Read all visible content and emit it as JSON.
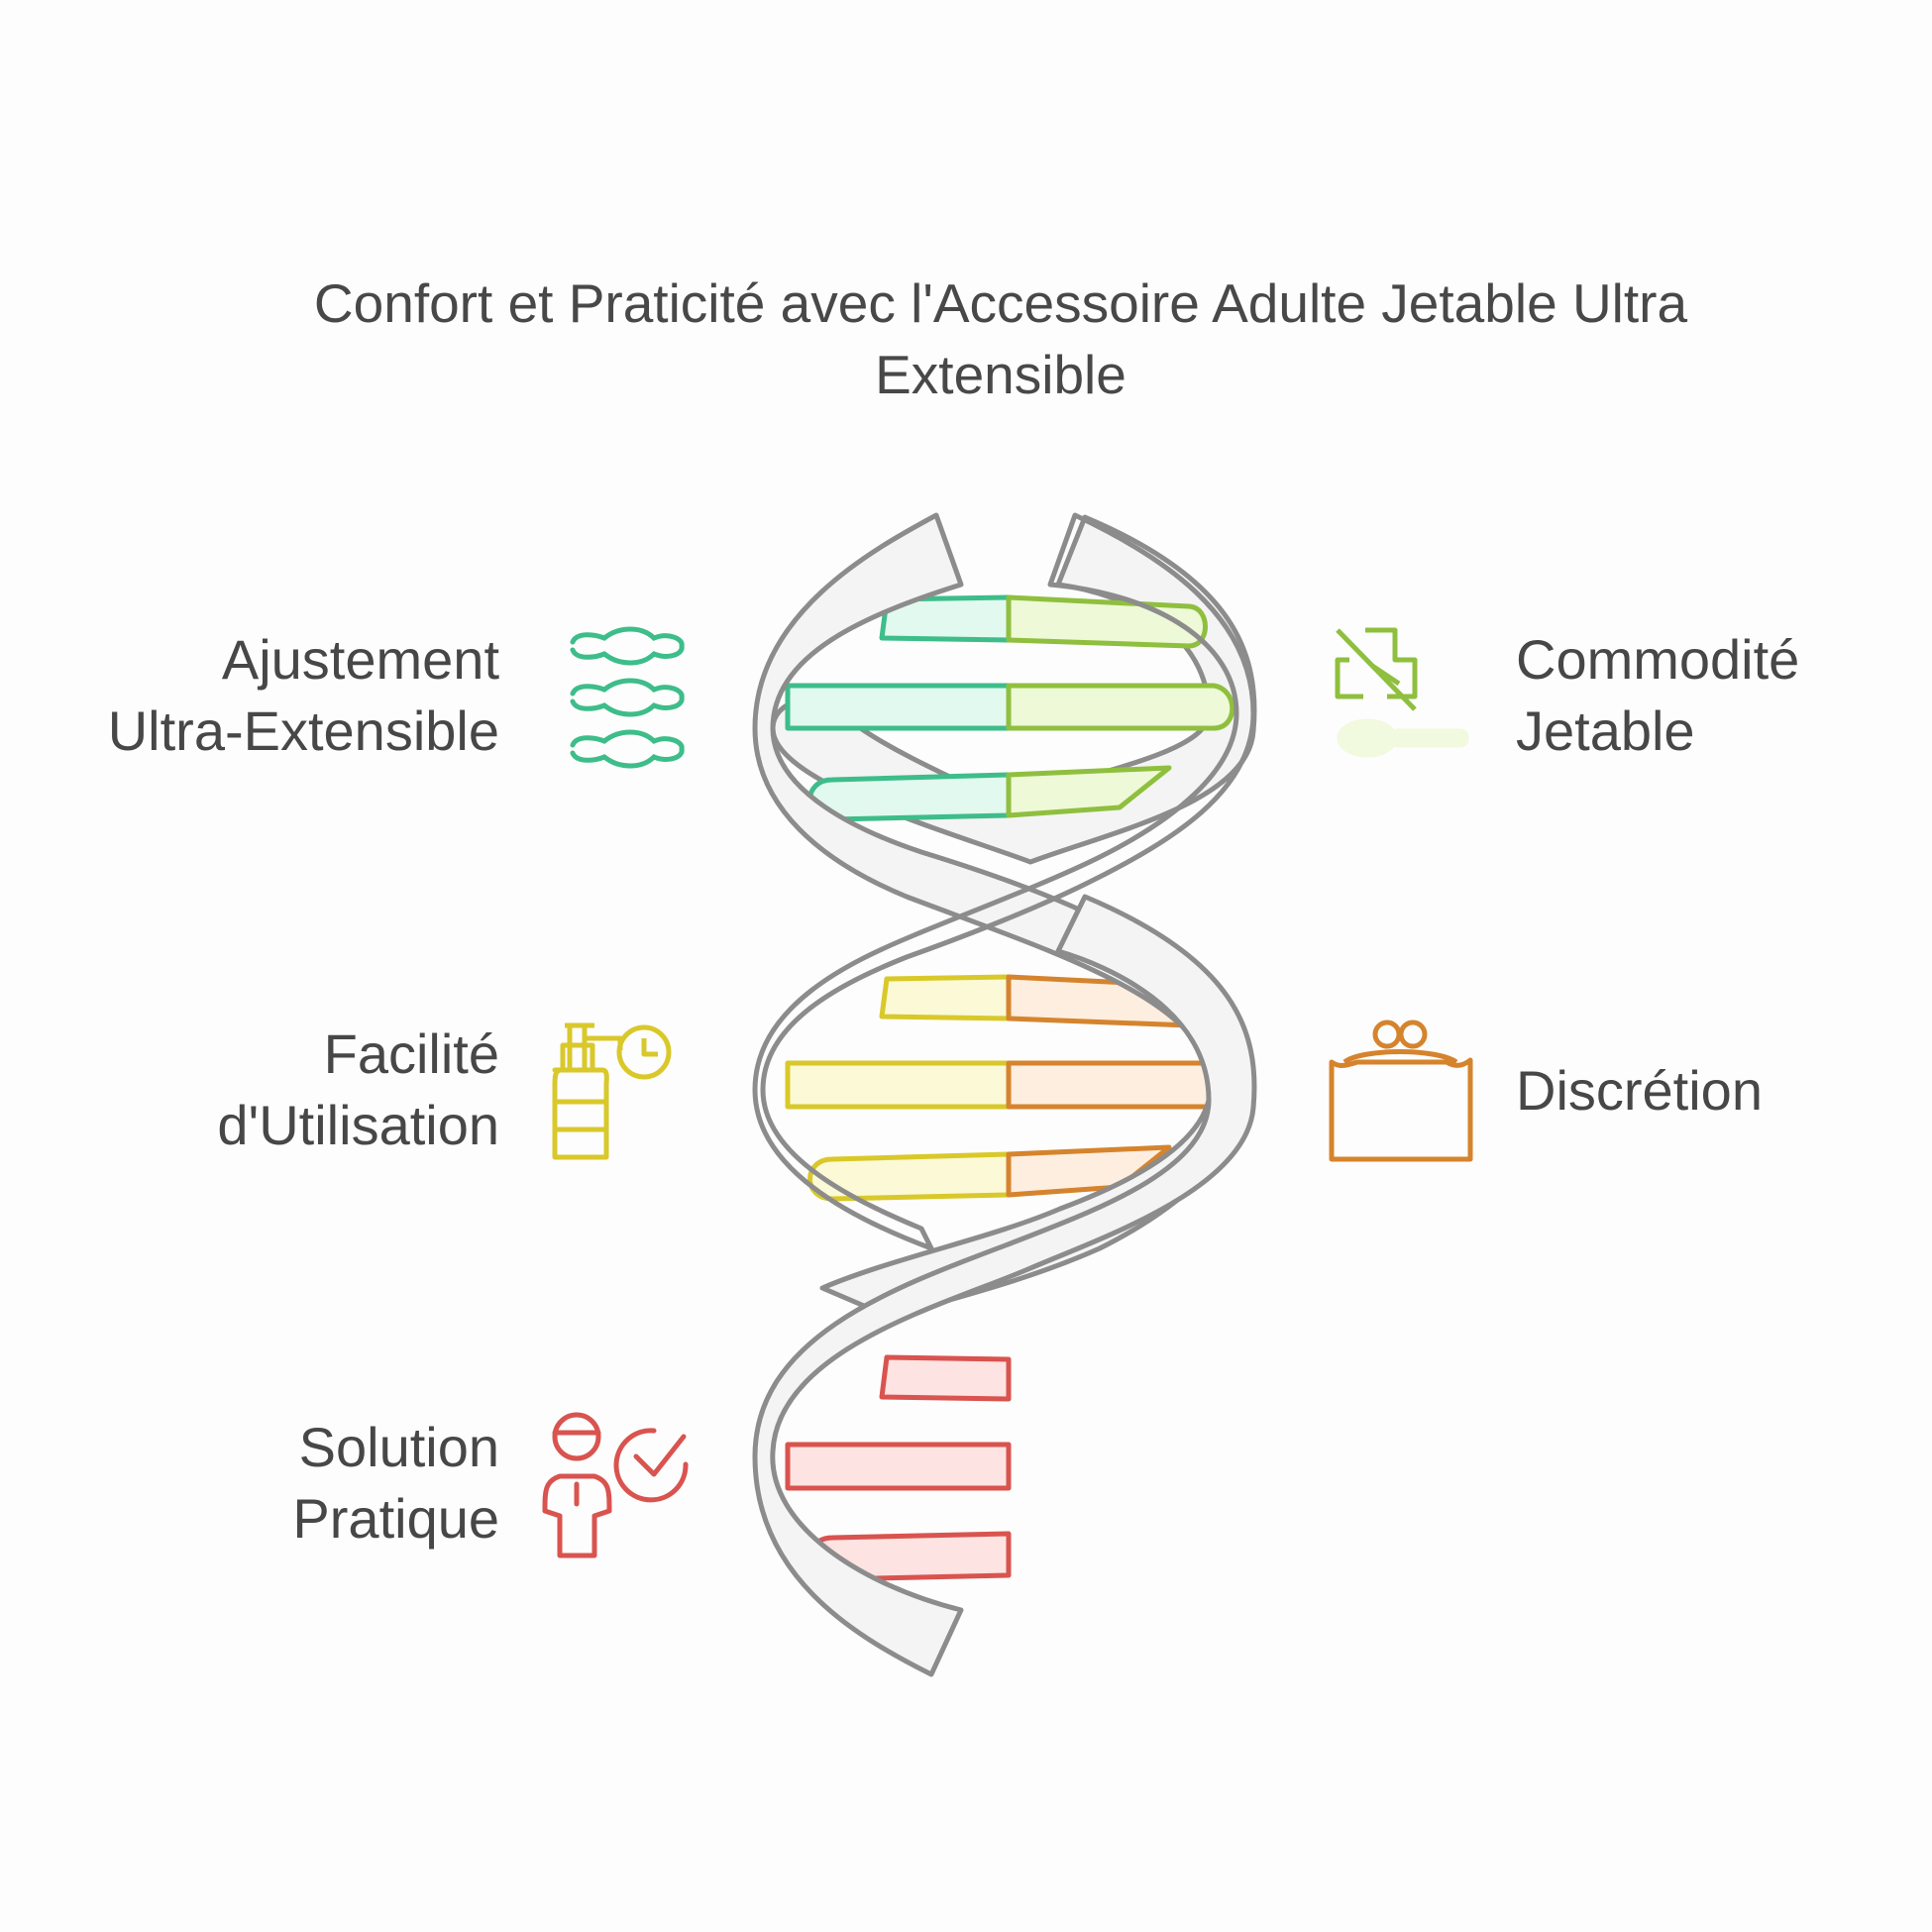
{
  "title": {
    "line1": "Confort et Praticité avec l'Accessoire Adulte Jetable Ultra",
    "line2": "Extensible"
  },
  "items": [
    {
      "side": "left",
      "line1": "Ajustement",
      "line2": "Ultra-Extensible",
      "icon": "spine-icon",
      "color": "#3dbd8a"
    },
    {
      "side": "right",
      "line1": "Commodité",
      "line2": "Jetable",
      "icon": "disposable-icon",
      "color": "#8fbf3e"
    },
    {
      "side": "left",
      "line1": "Facilité",
      "line2": "d'Utilisation",
      "icon": "spray-timer-icon",
      "color": "#d9c82a"
    },
    {
      "side": "right",
      "line1": "Discrétion",
      "line2": "",
      "icon": "purse-icon",
      "color": "#d5842d"
    },
    {
      "side": "left",
      "line1": "Solution",
      "line2": "Pratique",
      "icon": "person-check-icon",
      "color": "#d9534f"
    }
  ]
}
